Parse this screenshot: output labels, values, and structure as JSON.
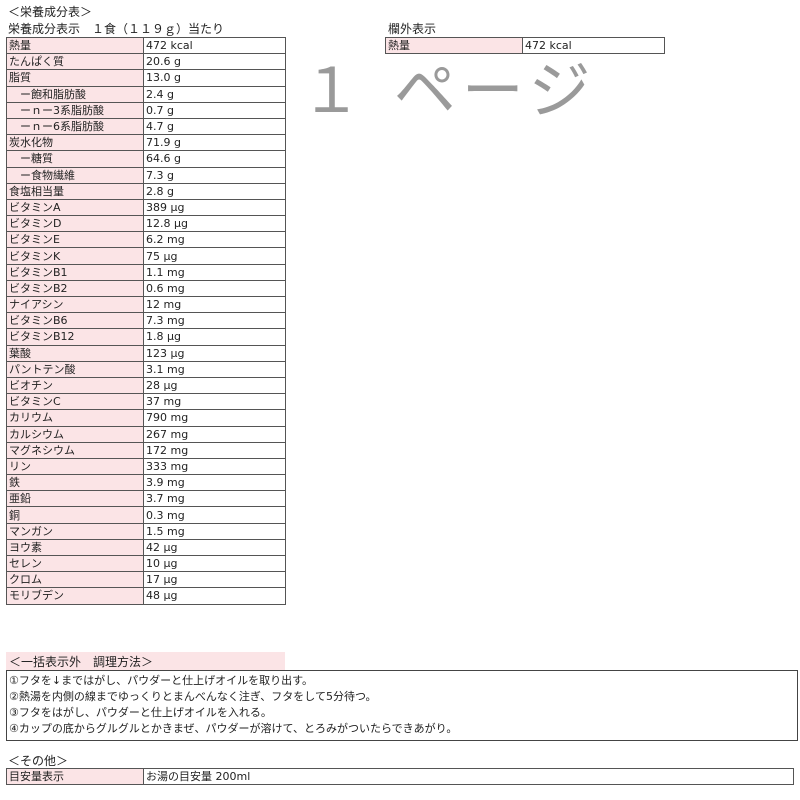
{
  "heading": "＜栄養成分表＞",
  "subheading": "栄養成分表示　１食（１１９ｇ）当たり",
  "nutrients": [
    [
      "熱量",
      "472 kcal"
    ],
    [
      "たんぱく質",
      "20.6 g"
    ],
    [
      "脂質",
      "13.0 g"
    ],
    [
      "　ー飽和脂肪酸",
      "2.4 g"
    ],
    [
      "　ーｎー3系脂肪酸",
      "0.7 g"
    ],
    [
      "　ーｎー6系脂肪酸",
      "4.7 g"
    ],
    [
      "炭水化物",
      "71.9 g"
    ],
    [
      "　ー糖質",
      "64.6 g"
    ],
    [
      "　ー食物繊維",
      "7.3 g"
    ],
    [
      "食塩相当量",
      "2.8 g"
    ],
    [
      "ビタミンA",
      "389 μg"
    ],
    [
      "ビタミンD",
      "12.8 μg"
    ],
    [
      "ビタミンE",
      "6.2 mg"
    ],
    [
      "ビタミンK",
      "75 μg"
    ],
    [
      "ビタミンB1",
      "1.1 mg"
    ],
    [
      "ビタミンB2",
      "0.6 mg"
    ],
    [
      "ナイアシン",
      "12 mg"
    ],
    [
      "ビタミンB6",
      "7.3 mg"
    ],
    [
      "ビタミンB12",
      "1.8 μg"
    ],
    [
      "葉酸",
      "123 μg"
    ],
    [
      "パントテン酸",
      "3.1 mg"
    ],
    [
      "ビオチン",
      "28 μg"
    ],
    [
      "ビタミンC",
      "37 mg"
    ],
    [
      "カリウム",
      "790 mg"
    ],
    [
      "カルシウム",
      "267 mg"
    ],
    [
      "マグネシウム",
      "172 mg"
    ],
    [
      "リン",
      "333 mg"
    ],
    [
      "鉄",
      "3.9 mg"
    ],
    [
      "亜鉛",
      "3.7 mg"
    ],
    [
      "銅",
      "0.3 mg"
    ],
    [
      "マンガン",
      "1.5 mg"
    ],
    [
      "ヨウ素",
      "42 μg"
    ],
    [
      "セレン",
      "10 μg"
    ],
    [
      "クロム",
      "17 μg"
    ],
    [
      "モリブデン",
      "48 μg"
    ]
  ],
  "outside": {
    "title": "欄外表示",
    "label": "熱量",
    "value": "472 kcal"
  },
  "watermark": "１ ページ",
  "cooking": {
    "title": "＜一括表示外　調理方法＞",
    "steps": [
      "①フタを↓まではがし、パウダーと仕上げオイルを取り出す。",
      "②熱湯を内側の線までゆっくりとまんべんなく注ぎ、フタをして5分待つ。",
      "③フタをはがし、パウダーと仕上げオイルを入れる。",
      "④カップの底からグルグルとかきまぜ、パウダーが溶けて、とろみがついたらできあがり。"
    ]
  },
  "other": {
    "title": "＜その他＞",
    "label": "目安量表示",
    "value": "お湯の目安量 200ml"
  }
}
